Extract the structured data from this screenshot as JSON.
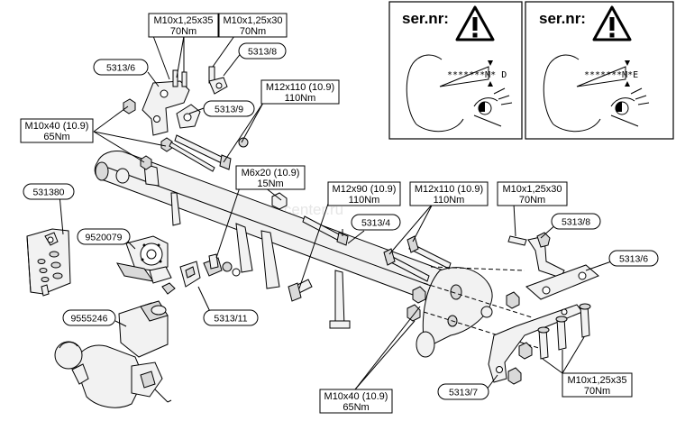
{
  "watermark": "farkop-center.ru",
  "inset_left": {
    "title": "ser.nr:",
    "code": "*******M* D"
  },
  "inset_right": {
    "title": "ser.nr:",
    "code": "*******M*E"
  },
  "labels": {
    "m10_35_top": [
      "M10x1,25x35",
      "70Nm"
    ],
    "m10_30_top": [
      "M10x1,25x30",
      "70Nm"
    ],
    "m12_110_top": [
      "M12x110 (10.9)",
      "110Nm"
    ],
    "m10_40_left": [
      "M10x40 (10.9)",
      "65Nm"
    ],
    "m6_20": [
      "M6x20 (10.9)",
      "15Nm"
    ],
    "m12_90": [
      "M12x90 (10.9)",
      "110Nm"
    ],
    "m12_110_mid": [
      "M12x110 (10.9)",
      "110Nm"
    ],
    "m10_30_right": [
      "M10x1,25x30",
      "70Nm"
    ],
    "m10_35_bottom": [
      "M10x1,25x35",
      "70Nm"
    ],
    "m10_40_bottom": [
      "M10x40 (10.9)",
      "65Nm"
    ]
  },
  "parts": {
    "p5313_6_left": "5313/6",
    "p5313_8_top": "5313/8",
    "p5313_9": "5313/9",
    "p531380": "531380",
    "p9520079": "9520079",
    "p9555246": "9555246",
    "p5313_4": "5313/4",
    "p5313_11": "5313/11",
    "p5313_8_right": "5313/8",
    "p5313_6_right": "5313/6",
    "p5313_7": "5313/7"
  }
}
